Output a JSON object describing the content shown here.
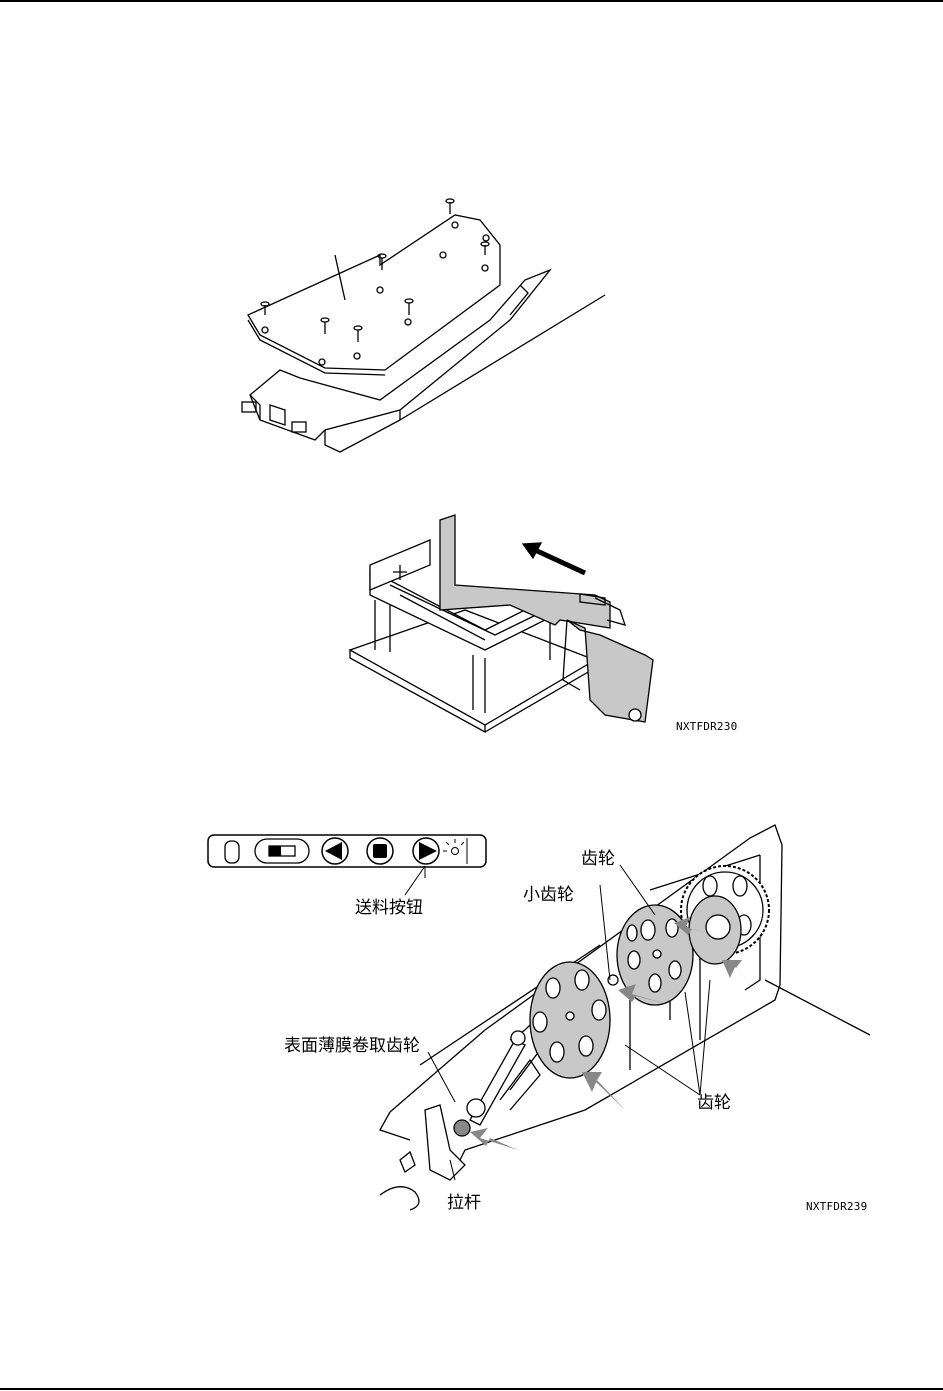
{
  "figures": {
    "fig2_code": "NXTFDR230",
    "fig3_code": "NXTFDR239"
  },
  "labels": {
    "feed_button": "送料按钮",
    "gear_top": "齿轮",
    "small_gear": "小齿轮",
    "cover_tape_gear": "表面薄膜卷取齿轮",
    "gear_bottom": "齿轮",
    "lever": "拉杆"
  },
  "panel": {
    "icons": [
      "slot-icon",
      "toggle-switch-icon",
      "reverse-arrow-icon",
      "stop-icon",
      "forward-arrow-icon",
      "lamp-icon"
    ]
  }
}
